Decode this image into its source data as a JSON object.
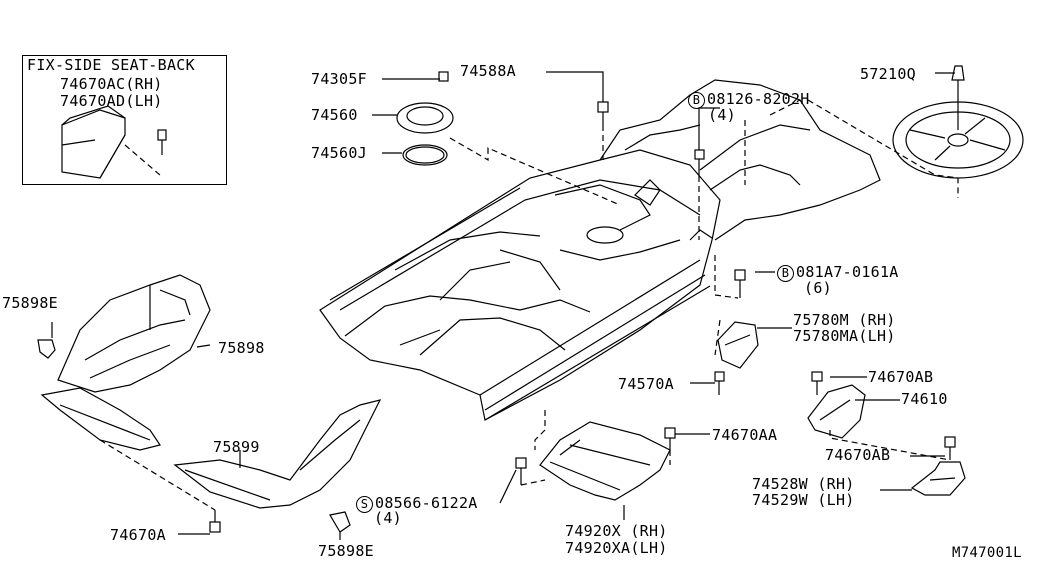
{
  "inset": {
    "title": "FIX-SIDE SEAT-BACK",
    "part_rh": "74670AC(RH)",
    "part_lh": "74670AD(LH)"
  },
  "labels": {
    "p74305F": "74305F",
    "p74560": "74560",
    "p74560J": "74560J",
    "p74588A": "74588A",
    "p08126": "08126-8202H",
    "p08126_qty": "(4)",
    "p08126_prefix": "B",
    "p57210Q": "57210Q",
    "p081A7": "081A7-0161A",
    "p081A7_qty": "(6)",
    "p081A7_prefix": "B",
    "p75780M": "75780M (RH)",
    "p75780MA": "75780MA(LH)",
    "p74570A": "74570A",
    "p74670AB_top": "74670AB",
    "p74610": "74610",
    "p74670AA": "74670AA",
    "p74670AB_bottom": "74670AB",
    "p74528W": "74528W (RH)",
    "p74529W": "74529W (LH)",
    "p75898E_top": "75898E",
    "p75898": "75898",
    "p75899": "75899",
    "p08566": "08566-6122A",
    "p08566_qty": "(4)",
    "p08566_prefix": "S",
    "p74670A": "74670A",
    "p75898E_bottom": "75898E",
    "p74920X": "74920X (RH)",
    "p74920XA": "74920XA(LH)"
  },
  "diagram_code": "M747001L"
}
